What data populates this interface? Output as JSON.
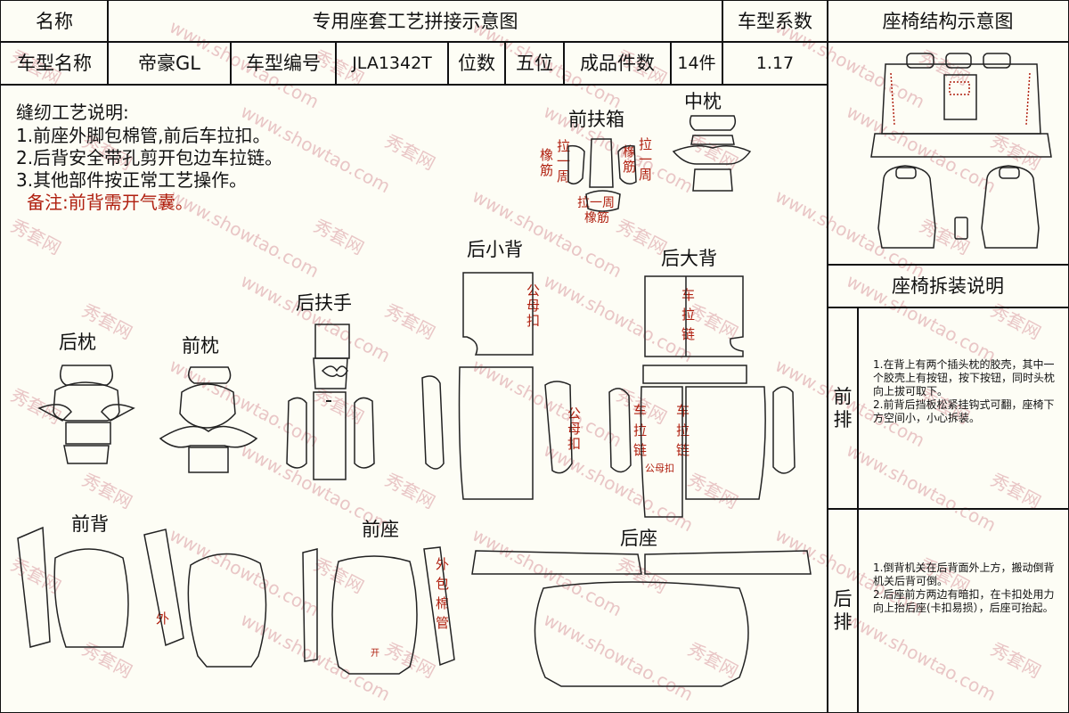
{
  "header": {
    "name_label": "名称",
    "main_title": "专用座套工艺拼接示意图",
    "coef_label": "车型系数",
    "struct_title": "座椅结构示意图",
    "model_name_label": "车型名称",
    "model_name": "帝豪GL",
    "model_code_label": "车型编号",
    "model_code": "JLA1342T",
    "seats_label": "位数",
    "seats": "五位",
    "pieces_label": "成品件数",
    "pieces": "14件",
    "coef": "1.17"
  },
  "process": {
    "title": "缝纫工艺说明:",
    "items": [
      "1.前座外脚包棉管,前后车拉扣。",
      "2.后背安全带孔剪开包边车拉链。",
      "3.其他部件按正常工艺操作。"
    ],
    "remark": "备注:前背需开气囊。"
  },
  "parts": {
    "front_armrest_box": "前扶箱",
    "middle_pillow": "中枕",
    "rear_small_back": "后小背",
    "rear_big_back": "后大背",
    "rear_armrest": "后扶手",
    "rear_pillow": "后枕",
    "front_pillow": "前枕",
    "front_back": "前背",
    "front_seat": "前座",
    "rear_seat": "后座"
  },
  "marks": {
    "pull_around": "拉一周",
    "elastic": "橡筋",
    "pull_around_h": "拉一周",
    "snap": "公母扣",
    "zipper": "车拉链",
    "snap_small": "公母扣",
    "outer": "外",
    "wrap_tube": "外包棉管",
    "opening": "开",
    "elastic_bottom": "橡筋"
  },
  "instructions": {
    "title": "座椅拆装说明",
    "front_label": "前排",
    "rear_label": "后排",
    "front_text": "1.在背上有两个插头枕的胶壳，其中一个胶壳上有按钮，按下按钮，同时头枕向上拔可取下。\n2.前背后挡板松紧挂钩式可翻，座椅下方空间小，小心拆装。",
    "rear_text": "1.倒背机关在后背面外上方，搬动倒背机关后背可倒。\n2.后座前方两边有暗扣，在卡扣处用力向上抬后座(卡扣易损），后座可抬起。"
  },
  "watermark": {
    "text1": "秀套网",
    "text2": "www.showtao.com"
  }
}
